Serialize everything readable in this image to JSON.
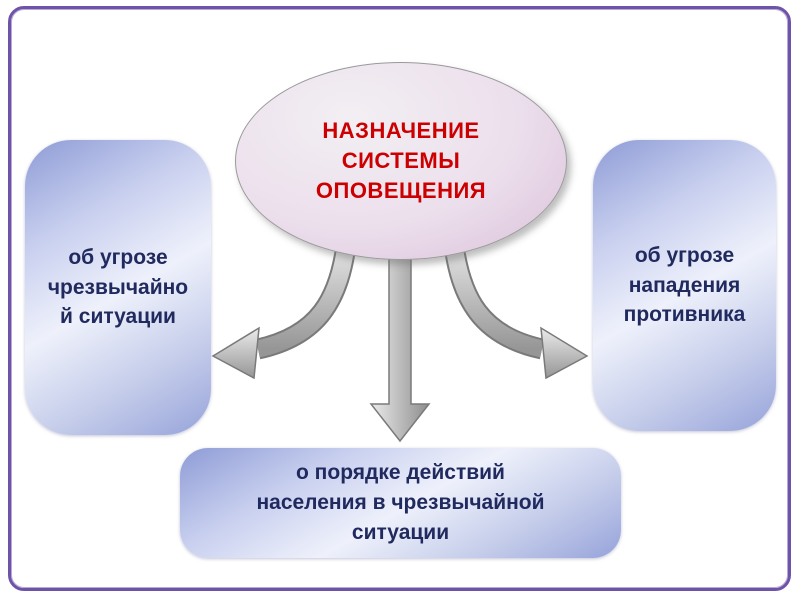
{
  "ellipse": {
    "lines": [
      "НАЗНАЧЕНИЕ",
      "СИСТЕМЫ",
      "ОПОВЕЩЕНИЯ"
    ]
  },
  "boxes": {
    "left": {
      "lines": [
        "об угрозе",
        "чрезвычайно",
        "й ситуации"
      ]
    },
    "right": {
      "lines": [
        "об угрозе",
        "нападения",
        "противника"
      ]
    },
    "bottom": {
      "lines": [
        "о порядке действий",
        "населения в чрезвычайной",
        "ситуации"
      ]
    }
  },
  "icons": {
    "down_arrow": "straight gray arrow pointing down",
    "left_arrow": "curved gray arrow pointing left",
    "right_arrow": "curved gray arrow pointing right"
  },
  "colors": {
    "frame_border": "#6e54a8",
    "ellipse_text": "#cc0000",
    "ellipse_fill_light": "#f2eff3",
    "ellipse_fill_dark": "#d9c0d9",
    "box_text": "#202a5e",
    "box_gradient_dark": "#8e9cd6",
    "box_gradient_light": "#eef1fb",
    "arrow_light": "#ebebeb",
    "arrow_dark": "#8d8d8d"
  }
}
